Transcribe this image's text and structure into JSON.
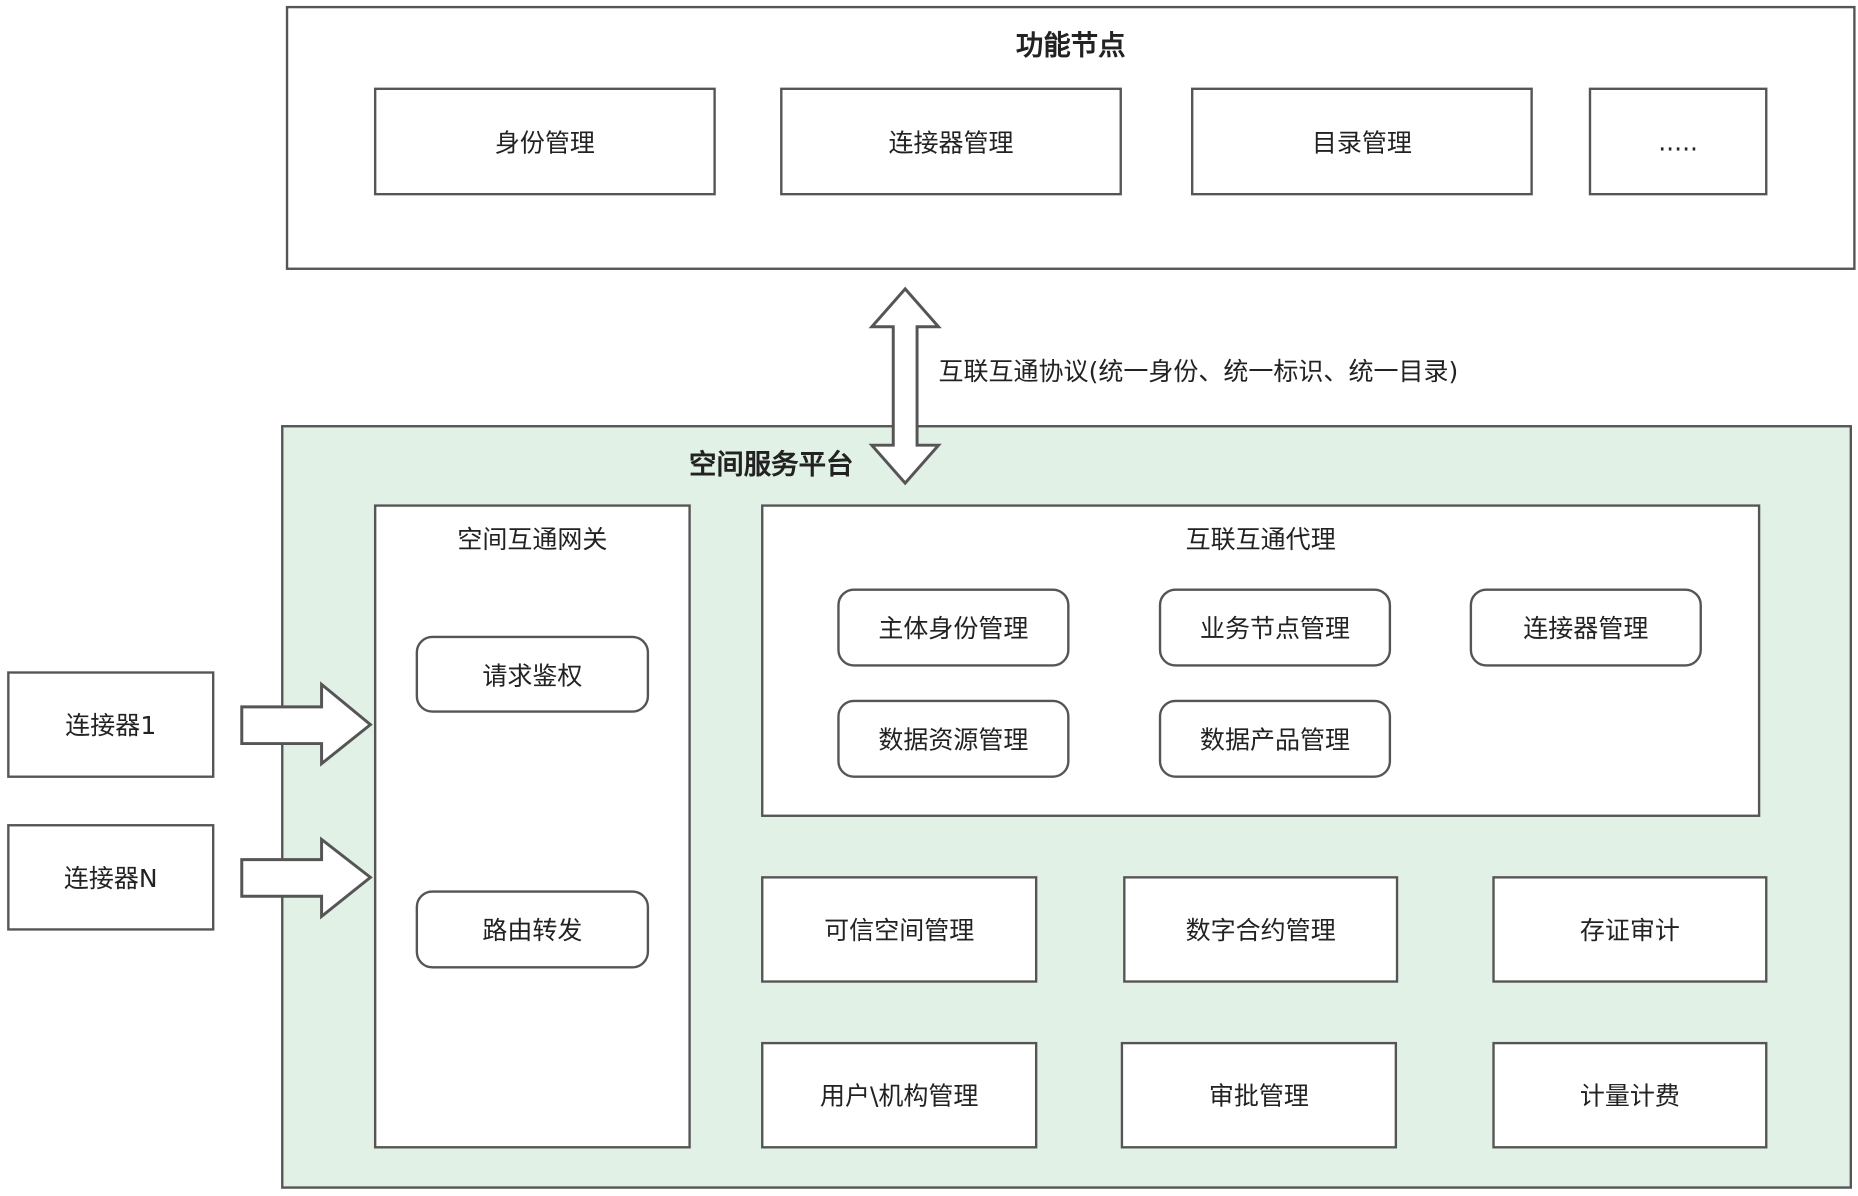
{
  "function_nodes": {
    "title": "功能节点",
    "items": [
      "身份管理",
      "连接器管理",
      "目录管理",
      "....."
    ]
  },
  "protocol_label": "互联互通协议(统一身份、统一标识、统一目录)",
  "platform": {
    "title": "空间服务平台",
    "gateway": {
      "title": "空间互通网关",
      "items": [
        "请求鉴权",
        "路由转发"
      ]
    },
    "proxy": {
      "title": "互联互通代理",
      "items": [
        "主体身份管理",
        "业务节点管理",
        "连接器管理",
        "数据资源管理",
        "数据产品管理"
      ]
    },
    "modules": [
      "可信空间管理",
      "数字合约管理",
      "存证审计",
      "用户\\机构管理",
      "审批管理",
      "计量计费"
    ]
  },
  "connectors": [
    "连接器1",
    "连接器N"
  ],
  "colors": {
    "platform_fill": "#e1f1e5",
    "border": "#555555"
  }
}
